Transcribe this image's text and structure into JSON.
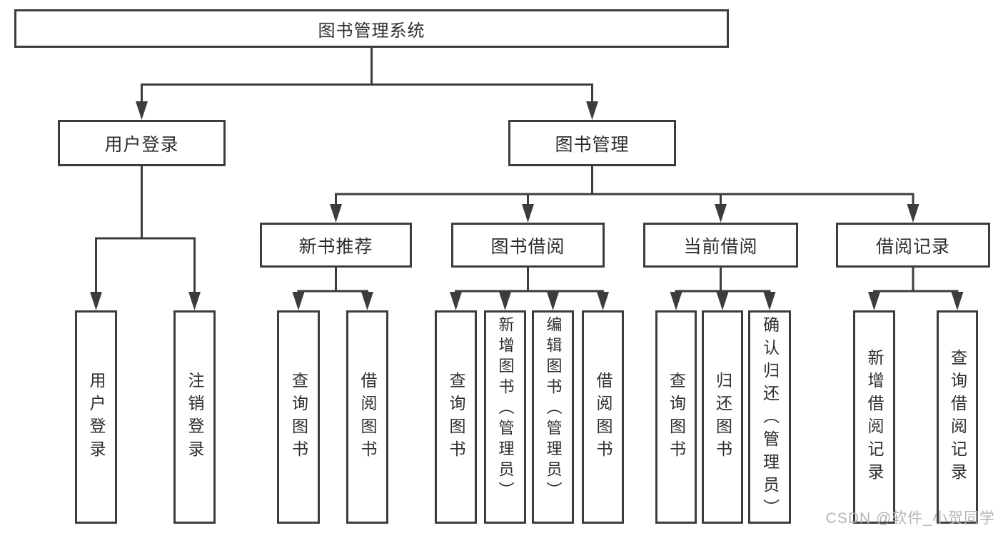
{
  "diagram": {
    "root": {
      "label": "图书管理系统"
    },
    "branches": [
      {
        "label": "用户登录",
        "leaves": [
          {
            "label": "用户登录"
          },
          {
            "label": "注销登录"
          }
        ]
      },
      {
        "label": "图书管理",
        "groups": [
          {
            "label": "新书推荐",
            "leaves": [
              {
                "label": "查询图书"
              },
              {
                "label": "借阅图书"
              }
            ]
          },
          {
            "label": "图书借阅",
            "leaves": [
              {
                "label": "查询图书"
              },
              {
                "label": "新增图书（管理员）"
              },
              {
                "label": "编辑图书（管理员）"
              },
              {
                "label": "借阅图书"
              }
            ]
          },
          {
            "label": "当前借阅",
            "leaves": [
              {
                "label": "查询图书"
              },
              {
                "label": "归还图书"
              },
              {
                "label": "确认归还（管理员）"
              }
            ]
          },
          {
            "label": "借阅记录",
            "leaves": [
              {
                "label": "新增借阅记录"
              },
              {
                "label": "查询借阅记录"
              }
            ]
          }
        ]
      }
    ]
  },
  "watermark": {
    "text": "CSDN @软件_小贺同学"
  },
  "colors": {
    "line": "#3c3c3c",
    "text": "#2e2e2e",
    "watermark": "#b5b5b5",
    "background": "#ffffff"
  }
}
